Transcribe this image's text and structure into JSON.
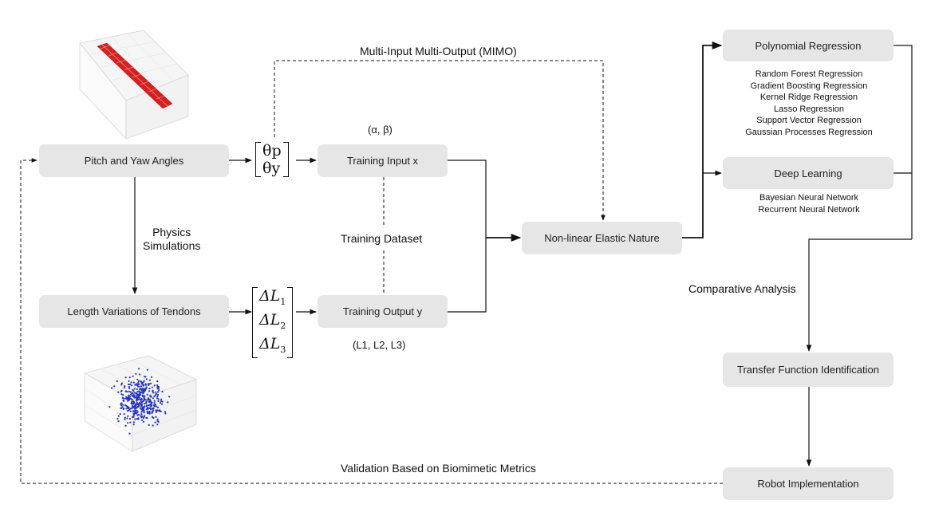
{
  "boxes": {
    "pitch_yaw": "Pitch and Yaw Angles",
    "length_variations": "Length Variations of Tendons",
    "training_input": "Training Input x",
    "training_output": "Training Output y",
    "nonlinear": "Non-linear Elastic Nature",
    "polynomial": "Polynomial Regression",
    "deep_learning": "Deep Learning",
    "transfer_function": "Transfer Function Identification",
    "robot": "Robot Implementation"
  },
  "labels": {
    "mimo": "Multi-Input Multi-Output (MIMO)",
    "alpha_beta": "(α, β)",
    "physics_line1": "Physics",
    "physics_line2": "Simulations",
    "training_dataset": "Training Dataset",
    "l123": "(L1, L2, L3)",
    "comparative": "Comparative Analysis",
    "validation": "Validation Based on Biomimetic Metrics"
  },
  "matrix_theta": [
    "θp",
    "θy"
  ],
  "matrix_delta": [
    {
      "base": "ΔL",
      "sub": "1"
    },
    {
      "base": "ΔL",
      "sub": "2"
    },
    {
      "base": "ΔL",
      "sub": "3"
    }
  ],
  "regression_methods": [
    "Random Forest Regression",
    "Gradient Boosting Regression",
    "Kernel Ridge Regression",
    "Lasso Regression",
    "Support Vector Regression",
    "Gaussian Processes Regression"
  ],
  "deep_methods": [
    "Bayesian Neural Network",
    "Recurrent Neural Network"
  ],
  "colors": {
    "box_fill": "#e6e6e6",
    "line": "#111111",
    "surface_plot": "#d62020",
    "scatter_plot": "#2233bb"
  }
}
